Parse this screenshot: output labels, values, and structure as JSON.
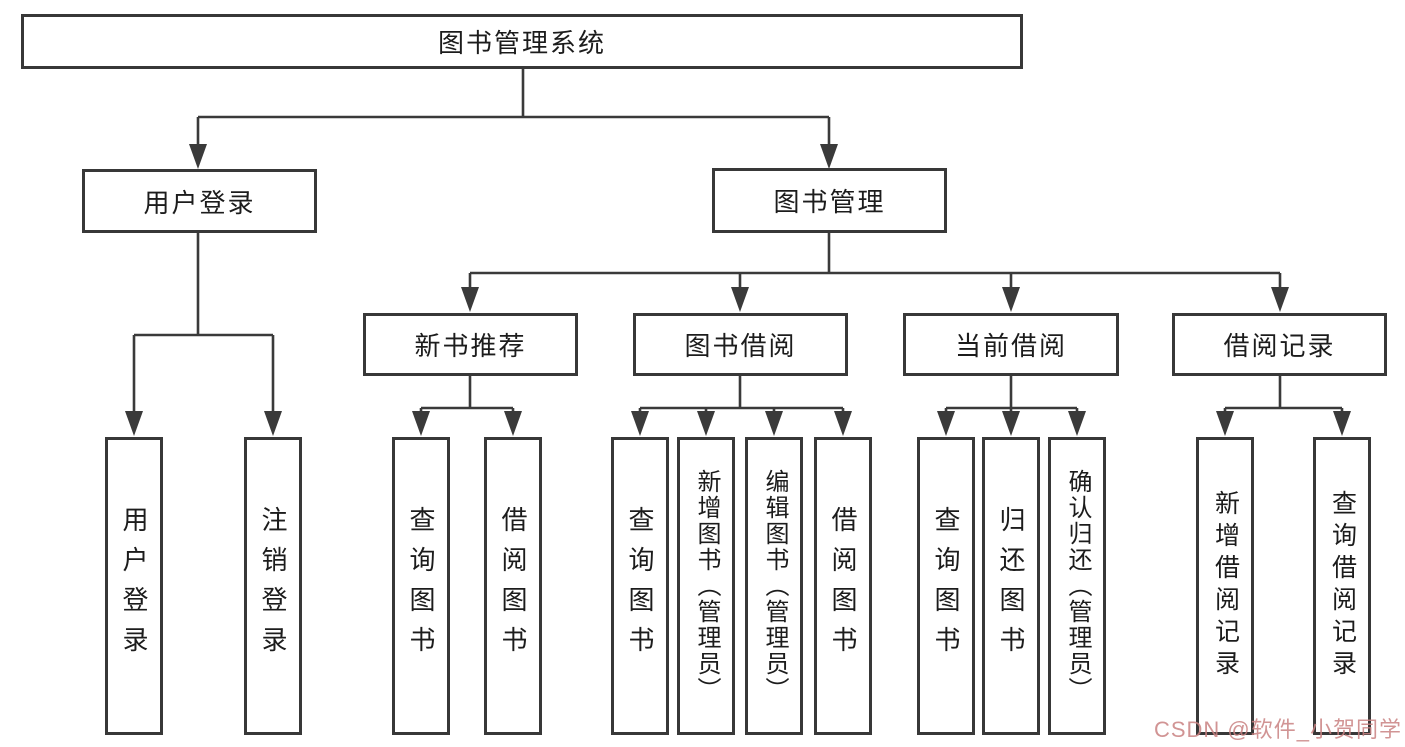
{
  "colors": {
    "background": "#ffffff",
    "line": "#3a3a3a",
    "box_border": "#383838",
    "text": "#1c1c1c",
    "watermark": "#c98181"
  },
  "watermark": {
    "text": "CSDN @软件_小贺同学"
  },
  "tree": {
    "label": "图书管理系统",
    "children": [
      {
        "label": "用户登录",
        "children": [
          {
            "label": "用户登录"
          },
          {
            "label": "注销登录"
          }
        ]
      },
      {
        "label": "图书管理",
        "children": [
          {
            "label": "新书推荐",
            "children": [
              {
                "label": "查询图书"
              },
              {
                "label": "借阅图书"
              }
            ]
          },
          {
            "label": "图书借阅",
            "children": [
              {
                "label": "查询图书"
              },
              {
                "label": "新增图书（管理员）"
              },
              {
                "label": "编辑图书（管理员）"
              },
              {
                "label": "借阅图书"
              }
            ]
          },
          {
            "label": "当前借阅",
            "children": [
              {
                "label": "查询图书"
              },
              {
                "label": "归还图书"
              },
              {
                "label": "确认归还（管理员）"
              }
            ]
          },
          {
            "label": "借阅记录",
            "children": [
              {
                "label": "新增借阅记录"
              },
              {
                "label": "查询借阅记录"
              }
            ]
          }
        ]
      }
    ]
  }
}
